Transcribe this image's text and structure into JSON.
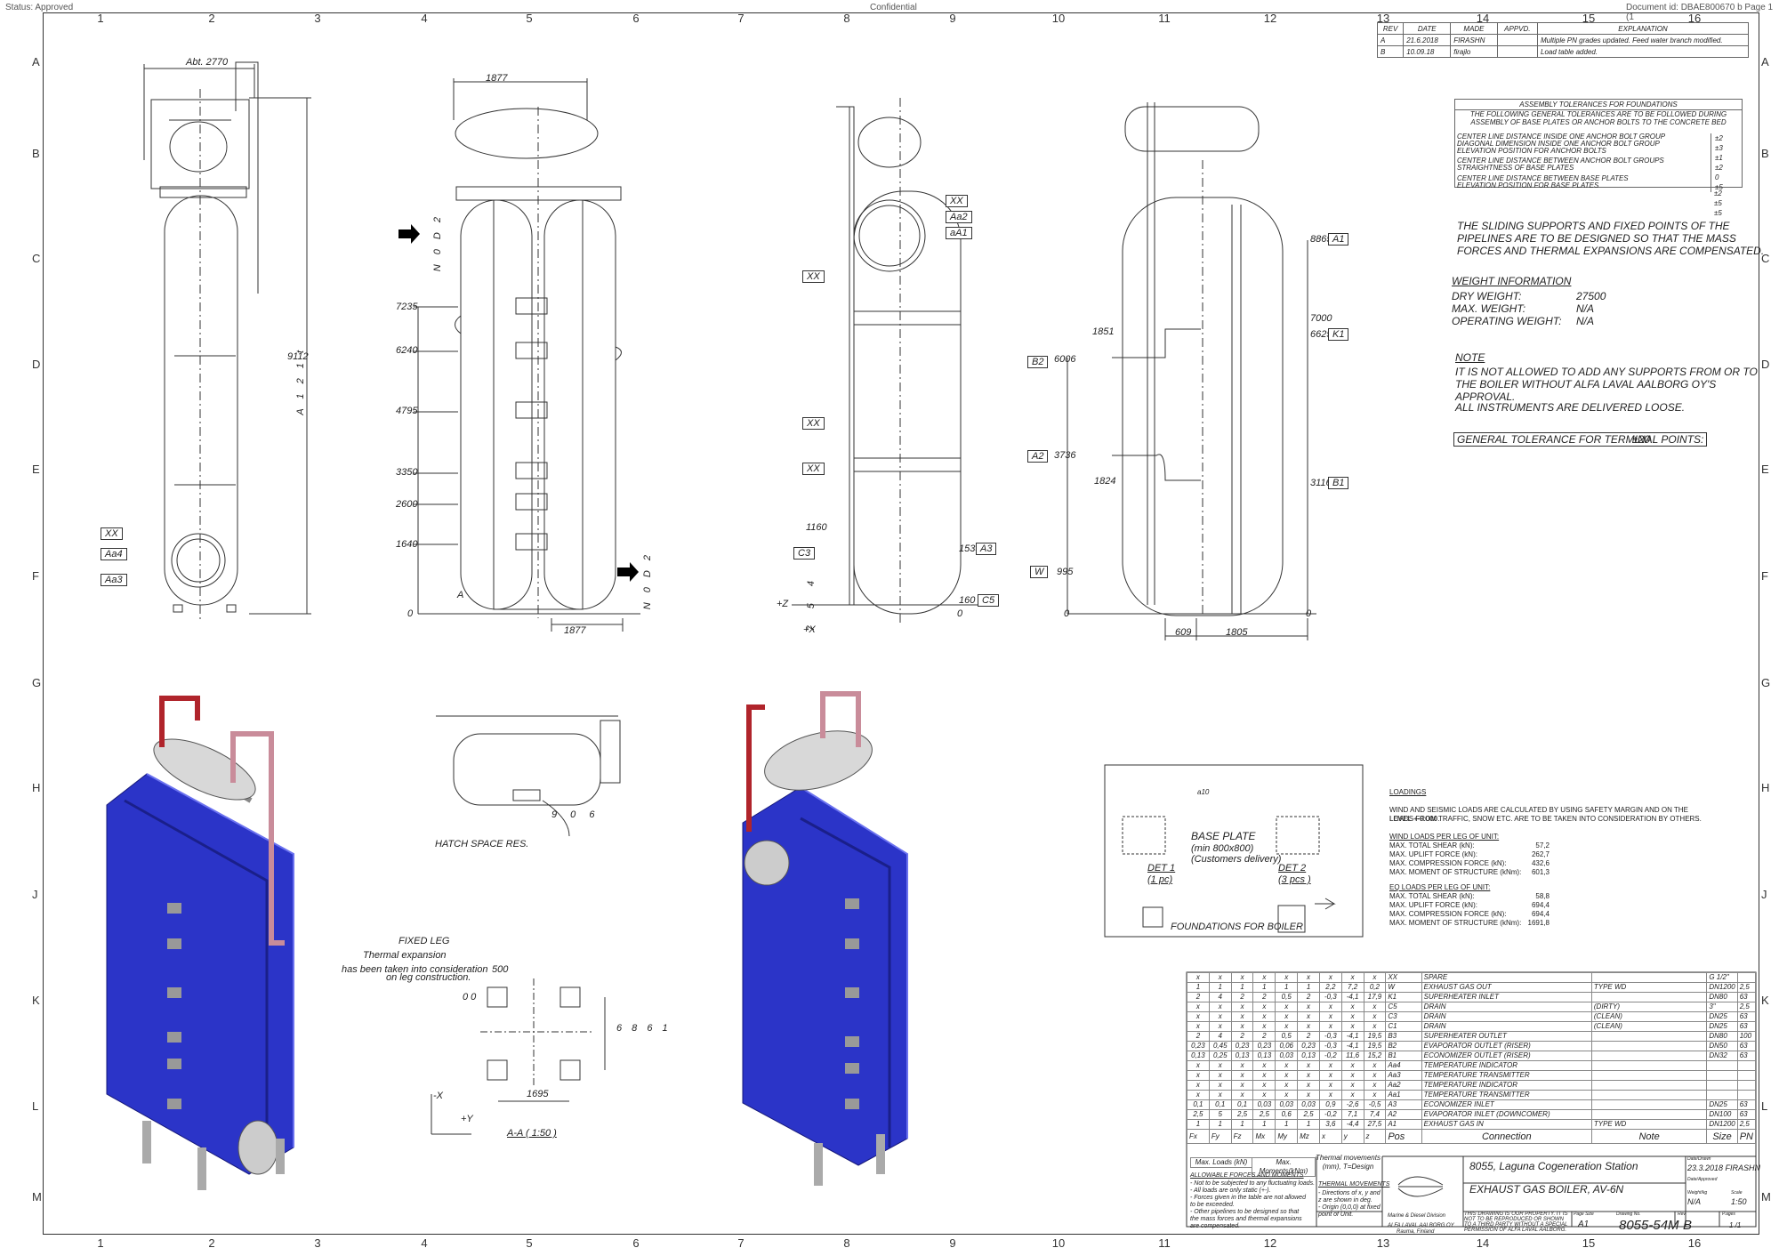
{
  "header": {
    "status": "Status: Approved",
    "confidential": "Confidential",
    "document_id": "Document id: DBAE800670 b Page 1 (1"
  },
  "zones": {
    "columns": [
      "1",
      "2",
      "3",
      "4",
      "5",
      "6",
      "7",
      "8",
      "9",
      "10",
      "11",
      "12",
      "13",
      "14",
      "15",
      "16"
    ],
    "rows": [
      "A",
      "B",
      "C",
      "D",
      "E",
      "F",
      "G",
      "H",
      "J",
      "K",
      "L",
      "M"
    ]
  },
  "revisions": {
    "headers": [
      "REV",
      "DATE",
      "MADE",
      "APPVD.",
      "EXPLANATION"
    ],
    "rows": [
      [
        "A",
        "21.6.2018",
        "FIRASHN",
        "",
        "Multiple PN grades updated. Feed water branch modified."
      ],
      [
        "B",
        "10.09.18",
        "firajlo",
        "",
        "Load table added."
      ]
    ]
  },
  "assembly_tolerances": {
    "title": "ASSEMBLY TOLERANCES FOR FOUNDATIONS",
    "intro1": "THE FOLLOWING GENERAL TOLERANCES ARE TO BE FOLLOWED DURING",
    "intro2": "ASSEMBLY OF BASE PLATES OR ANCHOR BOLTS TO THE CONCRETE BED",
    "items": [
      "CENTER LINE DISTANCE INSIDE ONE ANCHOR BOLT GROUP",
      "DIAGONAL DIMENSION INSIDE ONE ANCHOR BOLT GROUP",
      "ELEVATION POSITION FOR ANCHOR BOLTS",
      "CENTER LINE DISTANCE BETWEEN ANCHOR BOLT GROUPS",
      "STRAIGHTNESS OF BASE PLATES",
      "CENTER LINE DISTANCE BETWEEN BASE PLATES",
      "ELEVATION POSITION FOR BASE PLATES"
    ],
    "values": [
      "±2",
      "±3",
      "±1",
      "±2",
      "0",
      "±5",
      "±2",
      "±5",
      "±5"
    ]
  },
  "notes": {
    "sliding": "THE SLIDING SUPPORTS AND FIXED POINTS OF THE PIPELINES ARE TO BE DESIGNED SO THAT THE MASS FORCES AND THERMAL EXPANSIONS ARE COMPENSATED.",
    "weight_title": "WEIGHT INFORMATION",
    "weights": [
      {
        "label": "DRY WEIGHT:",
        "value": "27500"
      },
      {
        "label": "MAX. WEIGHT:",
        "value": "N/A"
      },
      {
        "label": "OPERATING WEIGHT:",
        "value": "N/A"
      }
    ],
    "note_title": "NOTE",
    "note_text": "IT IS NOT ALLOWED TO ADD ANY SUPPORTS FROM OR TO THE BOILER WITHOUT ALFA LAVAL AALBORG OY'S APPROVAL.",
    "instruments": "ALL INSTRUMENTS ARE DELIVERED LOOSE.",
    "tolerance_box": "GENERAL TOLERANCE FOR TERMINAL POINTS:",
    "tolerance_value": "±20"
  },
  "views": {
    "abt": "Abt. 2770",
    "dim_1877_top": "1877",
    "dim_1877_bottom": "1877",
    "dim_width": "1805",
    "dim_609": "609",
    "height_vertical": "9112",
    "height_vert_label": "A 1 2 1 t",
    "elevations_front": [
      "7235",
      "6240",
      "4795",
      "3350",
      "2600",
      "1640",
      "0"
    ],
    "nozzle_text": "N 0 D 2",
    "side_labels": [
      "XX",
      "Aa2",
      "aA1",
      "XX",
      "XX",
      "XX"
    ],
    "left_labels": [
      "XX",
      "Aa4",
      "Aa3"
    ],
    "elev_side": [
      "1160",
      "1533",
      "160",
      "0"
    ],
    "tag_c3": "C3",
    "tag_a3": "A3",
    "tag_c5": "C5",
    "dim_754": "7 5 4",
    "axes": {
      "z": "+Z",
      "x": "+X",
      "negx": "-X",
      "y": "+Y"
    },
    "right_elev": [
      "8865",
      "7000",
      "6625",
      "3116",
      "6006",
      "3736",
      "995",
      "0",
      "0"
    ],
    "right_tags": [
      "A1",
      "K1",
      "B1",
      "B2",
      "A2",
      "W"
    ],
    "dim_1851": "1851",
    "dim_1824": "1824",
    "hatch": "HATCH SPACE RES.",
    "hatch_dim": "9 0 6",
    "fixed_leg": "FIXED LEG",
    "thermal": "Thermal expansion",
    "consideration": "has been taken into consideration",
    "leg": "on leg construction.",
    "dim_500": "500",
    "dim_0_0": "0 0",
    "dim_1695": "1695",
    "dim_968": "6 8 6 1",
    "section": "A-A ( 1:50 )",
    "section_mark": "A"
  },
  "foundation": {
    "base_plate": "BASE PLATE",
    "min_size": "(min 800x800)",
    "customers": "(Customers delivery)",
    "det1": "DET 1",
    "det1_pc": "(1 pc)",
    "det2": "DET 2",
    "det2_pcs": "(3 pcs )",
    "title": "FOUNDATIONS FOR BOILER",
    "weld": "a10"
  },
  "loadings": {
    "title": "LOADINGS",
    "text1": "WIND AND SEISMIC LOADS ARE CALCULATED BY USING SAFETY MARGIN AND ON THE LEVEL +-0.000.",
    "text2": "LOADS FROM TRAFFIC, SNOW ETC. ARE TO BE TAKEN INTO CONSIDERATION BY OTHERS.",
    "wind_title": "WIND LOADS PER LEG OF UNIT:",
    "wind": [
      {
        "label": "MAX. TOTAL SHEAR (kN):",
        "value": "57,2"
      },
      {
        "label": "MAX. UPLIFT FORCE (kN):",
        "value": "262,7"
      },
      {
        "label": "MAX. COMPRESSION FORCE (kN):",
        "value": "432,6"
      },
      {
        "label": "MAX. MOMENT OF STRUCTURE (kNm):",
        "value": "601,3"
      }
    ],
    "eq_title": "EQ LOADS PER LEG OF UNIT:",
    "eq": [
      {
        "label": "MAX. TOTAL SHEAR (kN):",
        "value": "58,8"
      },
      {
        "label": "MAX. UPLIFT FORCE (kN):",
        "value": "694,4"
      },
      {
        "label": "MAX. COMPRESSION FORCE (kN):",
        "value": "694,4"
      },
      {
        "label": "MAX. MOMENT OF STRUCTURE (kNm):",
        "value": "1691,8"
      }
    ]
  },
  "connections": {
    "rows": [
      [
        "x",
        "x",
        "x",
        "x",
        "x",
        "x",
        "x",
        "x",
        "x",
        "XX",
        "SPARE",
        "",
        "G 1/2\"",
        ""
      ],
      [
        "1",
        "1",
        "1",
        "1",
        "1",
        "1",
        "2,2",
        "7,2",
        "0,2",
        "W",
        "EXHAUST GAS OUT",
        "TYPE WD",
        "DN1200",
        "2,5"
      ],
      [
        "2",
        "4",
        "2",
        "2",
        "0,5",
        "2",
        "-0,3",
        "-4,1",
        "17,9",
        "K1",
        "SUPERHEATER INLET",
        "",
        "DN80",
        "63"
      ],
      [
        "x",
        "x",
        "x",
        "x",
        "x",
        "x",
        "x",
        "x",
        "x",
        "C5",
        "DRAIN",
        "(DIRTY)",
        "3\"",
        "2,5"
      ],
      [
        "x",
        "x",
        "x",
        "x",
        "x",
        "x",
        "x",
        "x",
        "x",
        "C3",
        "DRAIN",
        "(CLEAN)",
        "DN25",
        "63"
      ],
      [
        "x",
        "x",
        "x",
        "x",
        "x",
        "x",
        "x",
        "x",
        "x",
        "C1",
        "DRAIN",
        "(CLEAN)",
        "DN25",
        "63"
      ],
      [
        "2",
        "4",
        "2",
        "2",
        "0,5",
        "2",
        "-0,3",
        "-4,1",
        "19,5",
        "B3",
        "SUPERHEATER OUTLET",
        "",
        "DN80",
        "100"
      ],
      [
        "0,23",
        "0,45",
        "0,23",
        "0,23",
        "0,06",
        "0,23",
        "-0,3",
        "-4,1",
        "19,5",
        "B2",
        "EVAPORATOR OUTLET (RISER)",
        "",
        "DN50",
        "63"
      ],
      [
        "0,13",
        "0,25",
        "0,13",
        "0,13",
        "0,03",
        "0,13",
        "-0,2",
        "11,6",
        "15,2",
        "B1",
        "ECONOMIZER OUTLET (RISER)",
        "",
        "DN32",
        "63"
      ],
      [
        "x",
        "x",
        "x",
        "x",
        "x",
        "x",
        "x",
        "x",
        "x",
        "Aa4",
        "TEMPERATURE INDICATOR",
        "",
        "",
        ""
      ],
      [
        "x",
        "x",
        "x",
        "x",
        "x",
        "x",
        "x",
        "x",
        "x",
        "Aa3",
        "TEMPERATURE TRANSMITTER",
        "",
        "",
        ""
      ],
      [
        "x",
        "x",
        "x",
        "x",
        "x",
        "x",
        "x",
        "x",
        "x",
        "Aa2",
        "TEMPERATURE INDICATOR",
        "",
        "",
        ""
      ],
      [
        "x",
        "x",
        "x",
        "x",
        "x",
        "x",
        "x",
        "x",
        "x",
        "Aa1",
        "TEMPERATURE TRANSMITTER",
        "",
        "",
        ""
      ],
      [
        "0,1",
        "0,1",
        "0,1",
        "0,03",
        "0,03",
        "0,03",
        "0,9",
        "-2,6",
        "-0,5",
        "A3",
        "ECONOMIZER INLET",
        "",
        "DN25",
        "63"
      ],
      [
        "2,5",
        "5",
        "2,5",
        "2,5",
        "0,6",
        "2,5",
        "-0,2",
        "7,1",
        "7,4",
        "A2",
        "EVAPORATOR INLET (DOWNCOMER)",
        "",
        "DN100",
        "63"
      ],
      [
        "1",
        "1",
        "1",
        "1",
        "1",
        "1",
        "3,6",
        "-4,4",
        "27,5",
        "A1",
        "EXHAUST GAS IN",
        "TYPE WD",
        "DN1200",
        "2,5"
      ]
    ],
    "head": [
      "Fx",
      "Fy",
      "Fz",
      "Mx",
      "My",
      "Mz",
      "x",
      "y",
      "z",
      "Pos",
      "Connection",
      "Note",
      "Size",
      "PN"
    ],
    "sub_loads": "Max. Loads (kN)",
    "sub_moments": "Max. Moments(kNm)",
    "sub_thermal": "Thermal movements (mm), T=Design"
  },
  "allowable": {
    "title": "ALLOWABLE FORCES AND MOMENTS",
    "items": [
      "- Not to be subjected to any fluctuating loads.",
      "- All loads are only static (+-).",
      "- Forces given in the table are not allowed",
      "  to be exceeded.",
      "- Other pipelines to be designed so that",
      "  the mass forces and thermal expansions",
      "  are compensated."
    ],
    "thermal_title": "THERMAL MOVEMENTS",
    "thermal_items": [
      "- Directions of x, y and",
      "  z are shown in deg.",
      "- Origin (0,0,0) at fixed",
      "  point of Unit."
    ]
  },
  "title_block": {
    "project": "8055, Laguna Cogeneration Station",
    "drawing_title": "EXHAUST GAS BOILER, AV-6N",
    "division": "Marine & Diesel Division",
    "company": "ALFA LAVAL AALBORG OY",
    "city": "Rauma, Finland",
    "property": "THIS DRAWING IS OUR PROPERTY. IT IS NOT TO BE REPRODUCED OR SHOWN TO A THIRD PARTY WITHOUT A SPECIAL PERMISSION OF ALFA LAVAL AALBORG.",
    "date_drawn_label": "Date/Drawn",
    "date_drawn": "23.3.2018 FIRASHN",
    "date_approved_label": "Date/Approved",
    "weight_label": "Weight/kg",
    "weight": "N/A",
    "scale_label": "Scale",
    "scale": "1:50",
    "page_size_label": "Page Size",
    "page_size": "A1",
    "drawing_no_label": "Drawing No.",
    "drawing_no": "8055-54M",
    "rev_label": "Rev",
    "rev": "B",
    "pages_label": "P.ages",
    "pages": "1 /1"
  },
  "colors": {
    "boiler_blue": "#2b34c8",
    "pipe_red": "#b0242b",
    "pipe_pink": "#c98c9a",
    "line": "#333333"
  }
}
